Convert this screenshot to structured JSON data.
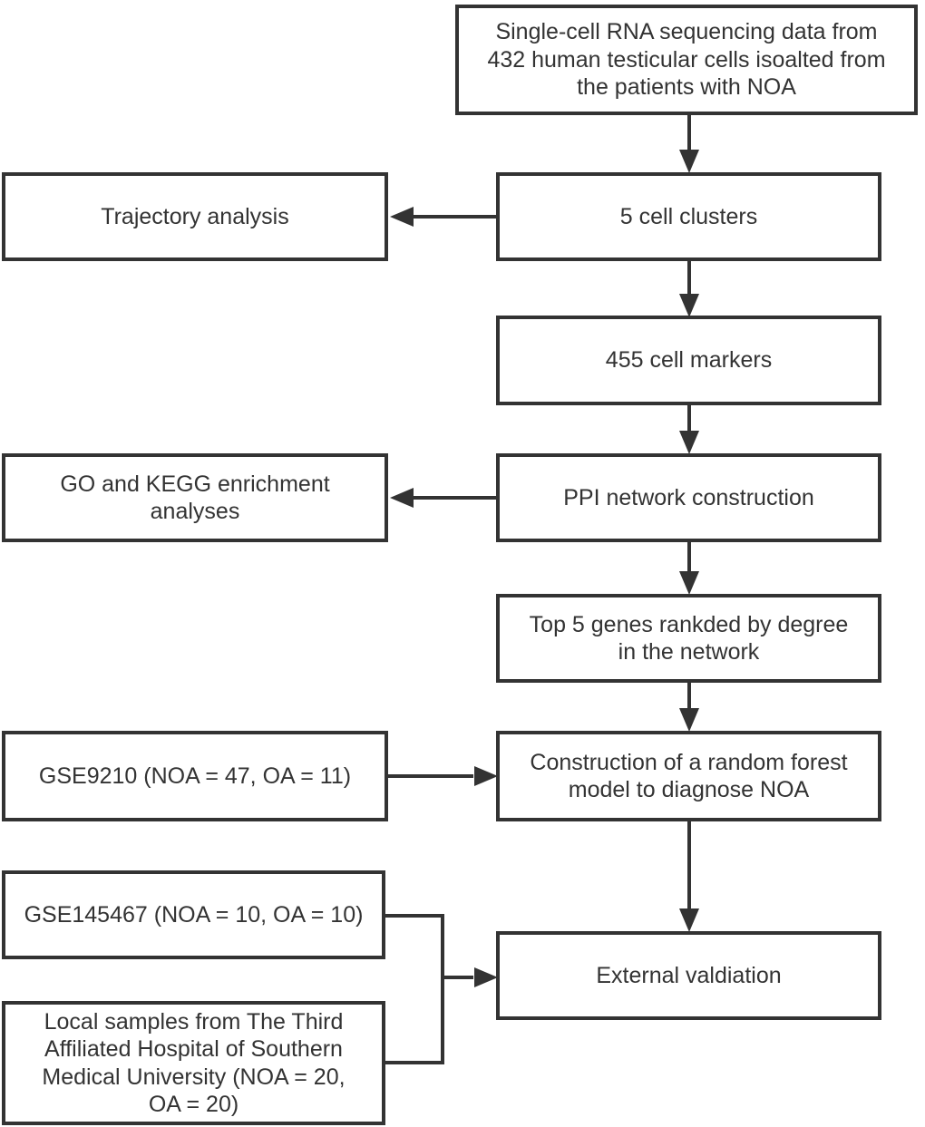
{
  "diagram": {
    "title": "NOA single-cell analysis workflow flowchart",
    "colors": {
      "border": "#333333",
      "text": "#333333",
      "arrow": "#333333",
      "background": "#ffffff"
    },
    "boxes": {
      "source": {
        "label": "Single-cell RNA sequencing data from\n432 human testicular cells isoalted from\nthe patients with NOA"
      },
      "clusters": {
        "label": "5 cell clusters"
      },
      "trajectory": {
        "label": "Trajectory analysis"
      },
      "markers": {
        "label": "455 cell markers"
      },
      "ppi": {
        "label": "PPI network construction"
      },
      "go_kegg": {
        "label": "GO and KEGG enrichment\nanalyses"
      },
      "top5": {
        "label": "Top 5 genes rankded by degree\nin the network"
      },
      "gse9210": {
        "label": "GSE9210 (NOA = 47, OA = 11)"
      },
      "random_forest": {
        "label": "Construction of a random forest\nmodel to diagnose NOA"
      },
      "gse145467": {
        "label": "GSE145467 (NOA = 10, OA = 10)"
      },
      "local_samples": {
        "label": "Local samples from The Third\nAffiliated Hospital of Southern\nMedical University (NOA = 20,\nOA = 20)"
      },
      "external_validation": {
        "label": "External valdiation"
      }
    }
  }
}
